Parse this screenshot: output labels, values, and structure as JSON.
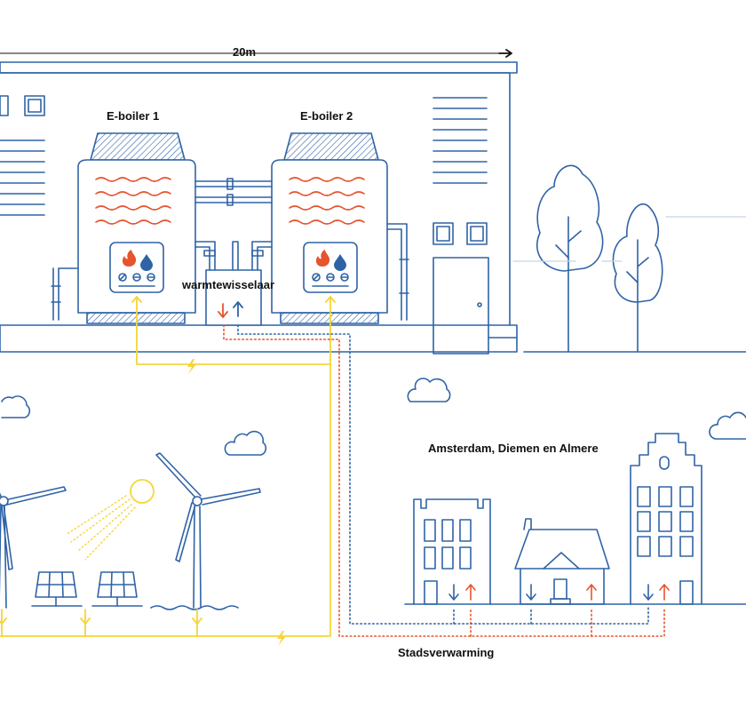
{
  "scale_label": "20m",
  "boilers": [
    {
      "label": "E-boiler 1"
    },
    {
      "label": "E-boiler 2"
    }
  ],
  "heat_exchanger_label": "warmtewisselaar",
  "city_label": "Amsterdam, Diemen en Almere",
  "district_heating_label": "Stadsverwarming",
  "colors": {
    "line": "#2f63a6",
    "hot": "#e5542e",
    "cold": "#2f63a6",
    "power": "#f6d53a",
    "flame": "#e5542e",
    "drop": "#2f63a6",
    "text": "#111111"
  },
  "icons": {
    "arrow": "arrow-right-icon",
    "flame": "flame-icon",
    "drop": "water-drop-icon",
    "lightning": "lightning-icon",
    "cloud": "cloud-icon",
    "sun": "sun-icon"
  }
}
